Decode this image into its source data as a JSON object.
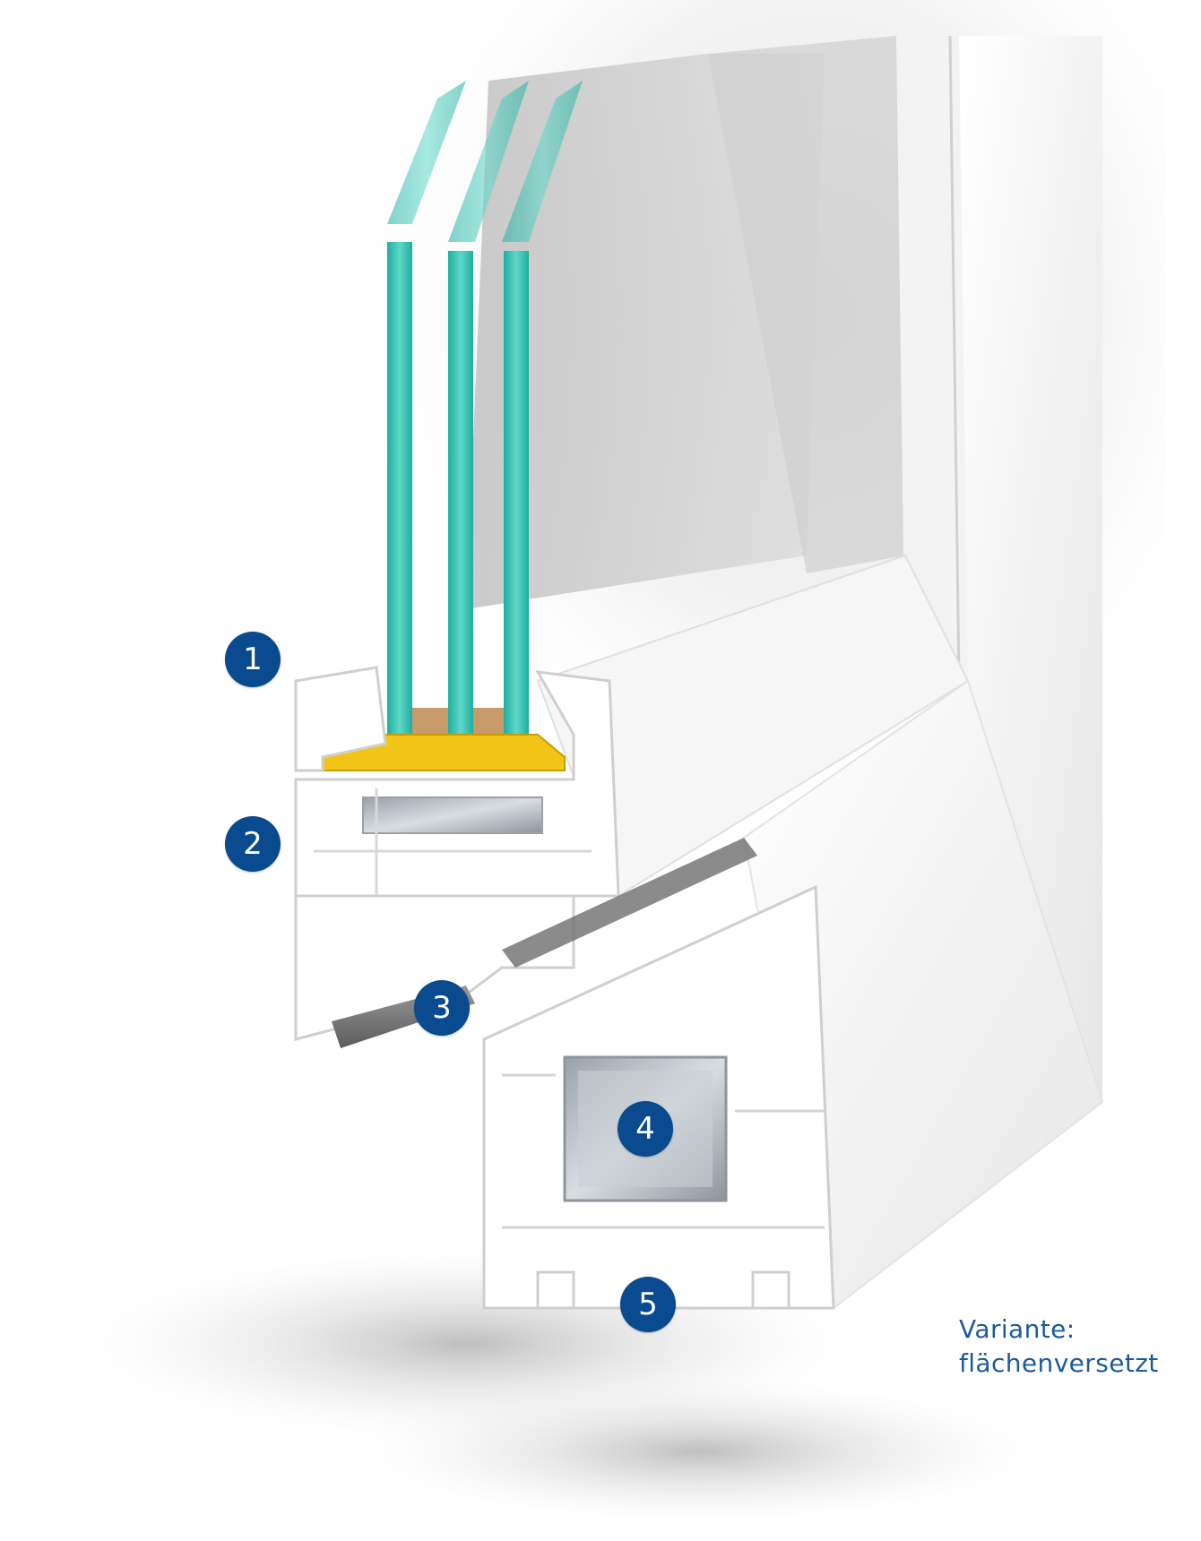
{
  "colors": {
    "marker": "#0a4a8f",
    "caption": "#1d5a9c",
    "glass": "#2fbfb0",
    "gasket": "#f2c417",
    "profile": "#f4f4f4",
    "reinforcement": "#b9bfc6"
  },
  "markers": [
    {
      "label": "1"
    },
    {
      "label": "2"
    },
    {
      "label": "3"
    },
    {
      "label": "4"
    },
    {
      "label": "5"
    }
  ],
  "caption": {
    "line1": "Variante:",
    "line2": "flächenversetzt"
  }
}
